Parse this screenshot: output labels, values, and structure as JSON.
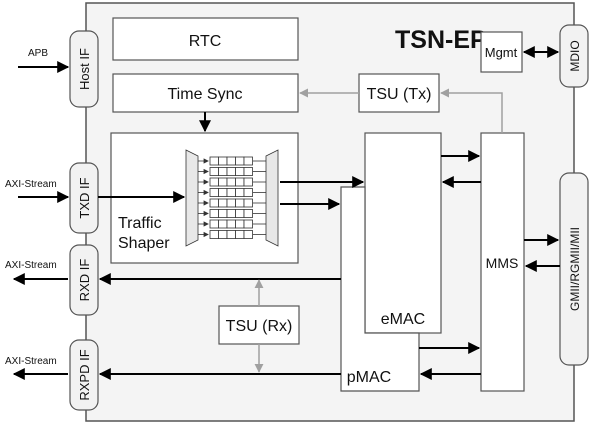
{
  "title": "TSN-EP",
  "blocks": {
    "rtc": "RTC",
    "time_sync": "Time Sync",
    "tsu_tx": "TSU (Tx)",
    "tsu_rx": "TSU (Rx)",
    "traffic_shaper_line1": "Traffic",
    "traffic_shaper_line2": "Shaper",
    "emac": "eMAC",
    "pmac": "pMAC",
    "mms": "MMS",
    "mgmt": "Mgmt"
  },
  "interfaces": {
    "host_if": "Host IF",
    "txd_if": "TXD IF",
    "rxd_if": "RXD IF",
    "rxpd_if": "RXPD IF",
    "mdio": "MDIO",
    "gmii": "GMII/RGMII/MII"
  },
  "signals": {
    "apb": "APB",
    "axi_txd": "AXI-Stream",
    "axi_rxd": "AXI-Stream",
    "axi_rxpd": "AXI-Stream"
  },
  "colors": {
    "outer_fill": "#f4f4f4",
    "block_fill": "#ffffff",
    "if_fill": "#f2f2f2",
    "stroke": "#444444",
    "arrow": "#000000",
    "gray_arrow": "#a0a0a0"
  }
}
